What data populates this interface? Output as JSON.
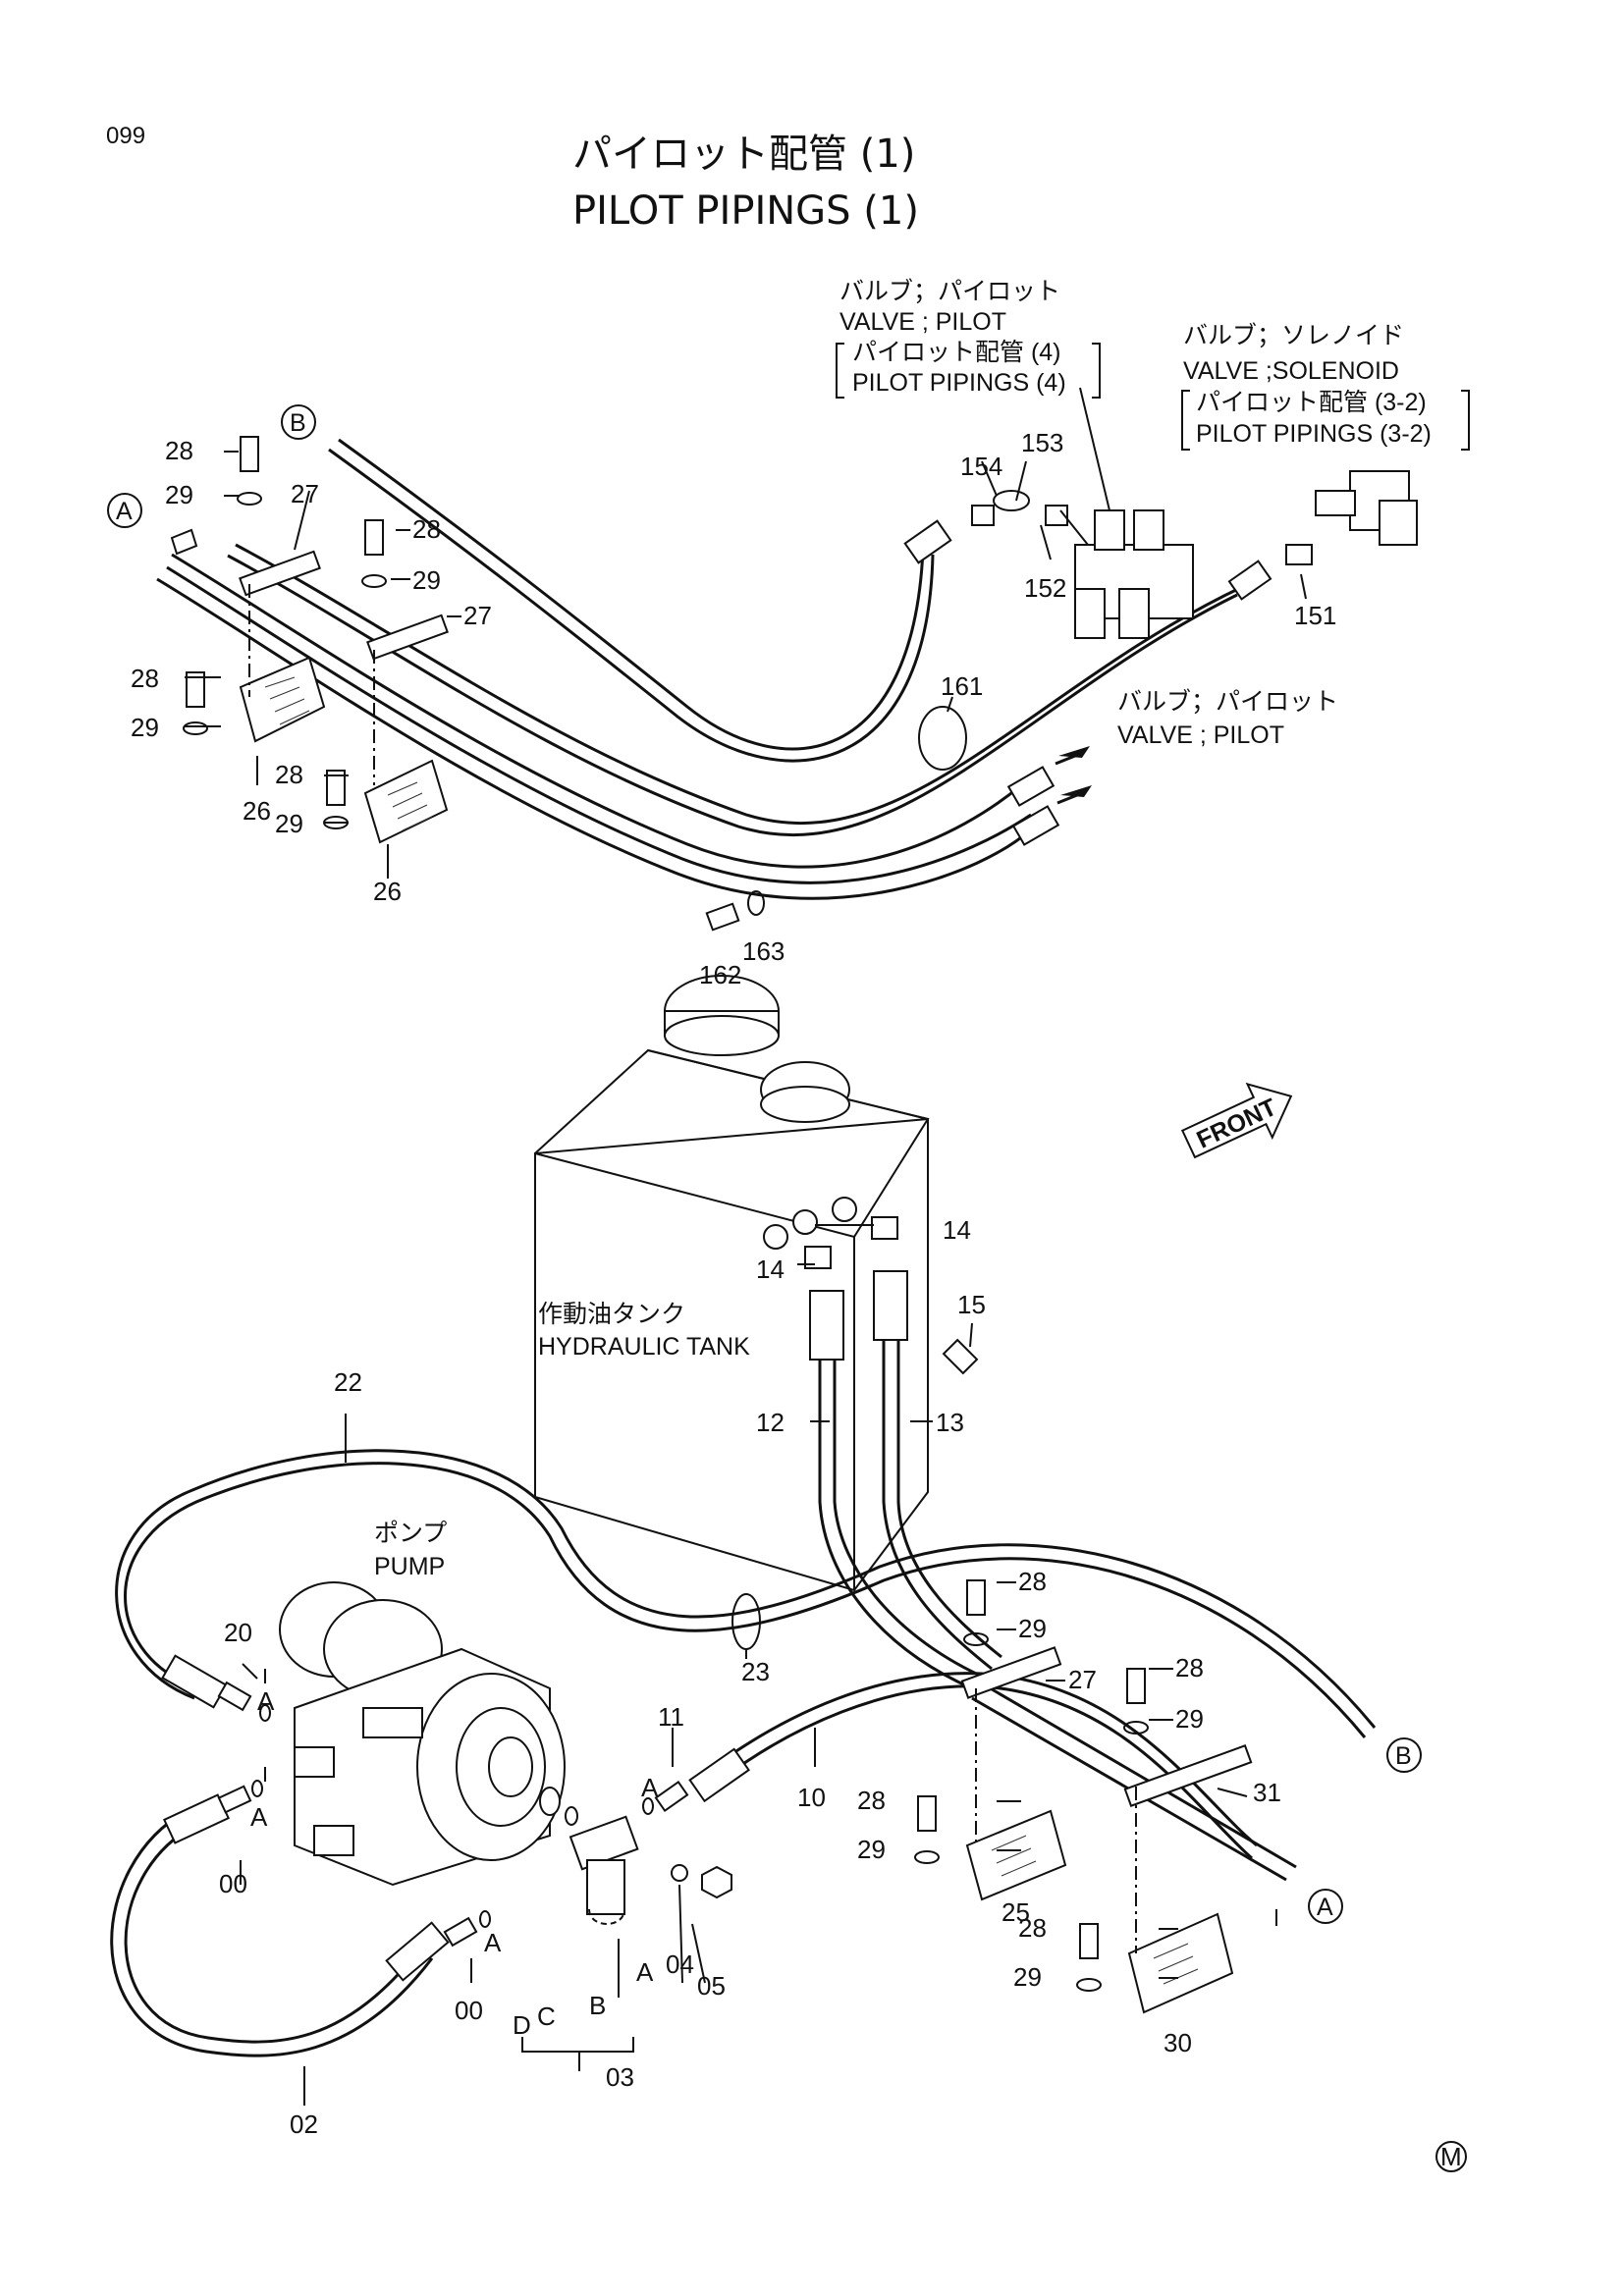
{
  "page_number": "099",
  "title": {
    "jp": "パイロット配管 (1)",
    "en": "PILOT PIPINGS (1)"
  },
  "references": {
    "valve_pilot_top": {
      "jp": "バルブ；パイロット",
      "en": "VALVE ; PILOT",
      "sub_jp": "パイロット配管 (4)",
      "sub_en": "PILOT PIPINGS (4)"
    },
    "valve_solenoid": {
      "jp": "バルブ；ソレノイド",
      "en": "VALVE ;SOLENOID",
      "sub_jp": "パイロット配管 (3-2)",
      "sub_en": "PILOT PIPINGS (3-2)"
    },
    "valve_pilot_right": {
      "jp": "バルブ；パイロット",
      "en": "VALVE ; PILOT"
    },
    "hydraulic_tank": {
      "jp": "作動油タンク",
      "en": "HYDRAULIC TANK"
    },
    "pump": {
      "jp": "ポンプ",
      "en": "PUMP"
    },
    "front": "FRONT"
  },
  "callouts": {
    "A": "A",
    "B": "B",
    "C": "C",
    "D": "D"
  },
  "part_numbers": {
    "p00": "00",
    "p02": "02",
    "p03": "03",
    "p04": "04",
    "p05": "05",
    "p10": "10",
    "p11": "11",
    "p12": "12",
    "p13": "13",
    "p14": "14",
    "p15": "15",
    "p20": "20",
    "p22": "22",
    "p23": "23",
    "p25": "25",
    "p26": "26",
    "p27": "27",
    "p28": "28",
    "p29": "29",
    "p30": "30",
    "p31": "31",
    "p151": "151",
    "p152": "152",
    "p153": "153",
    "p154": "154",
    "p161": "161",
    "p162": "162",
    "p163": "163"
  },
  "mark": "M"
}
